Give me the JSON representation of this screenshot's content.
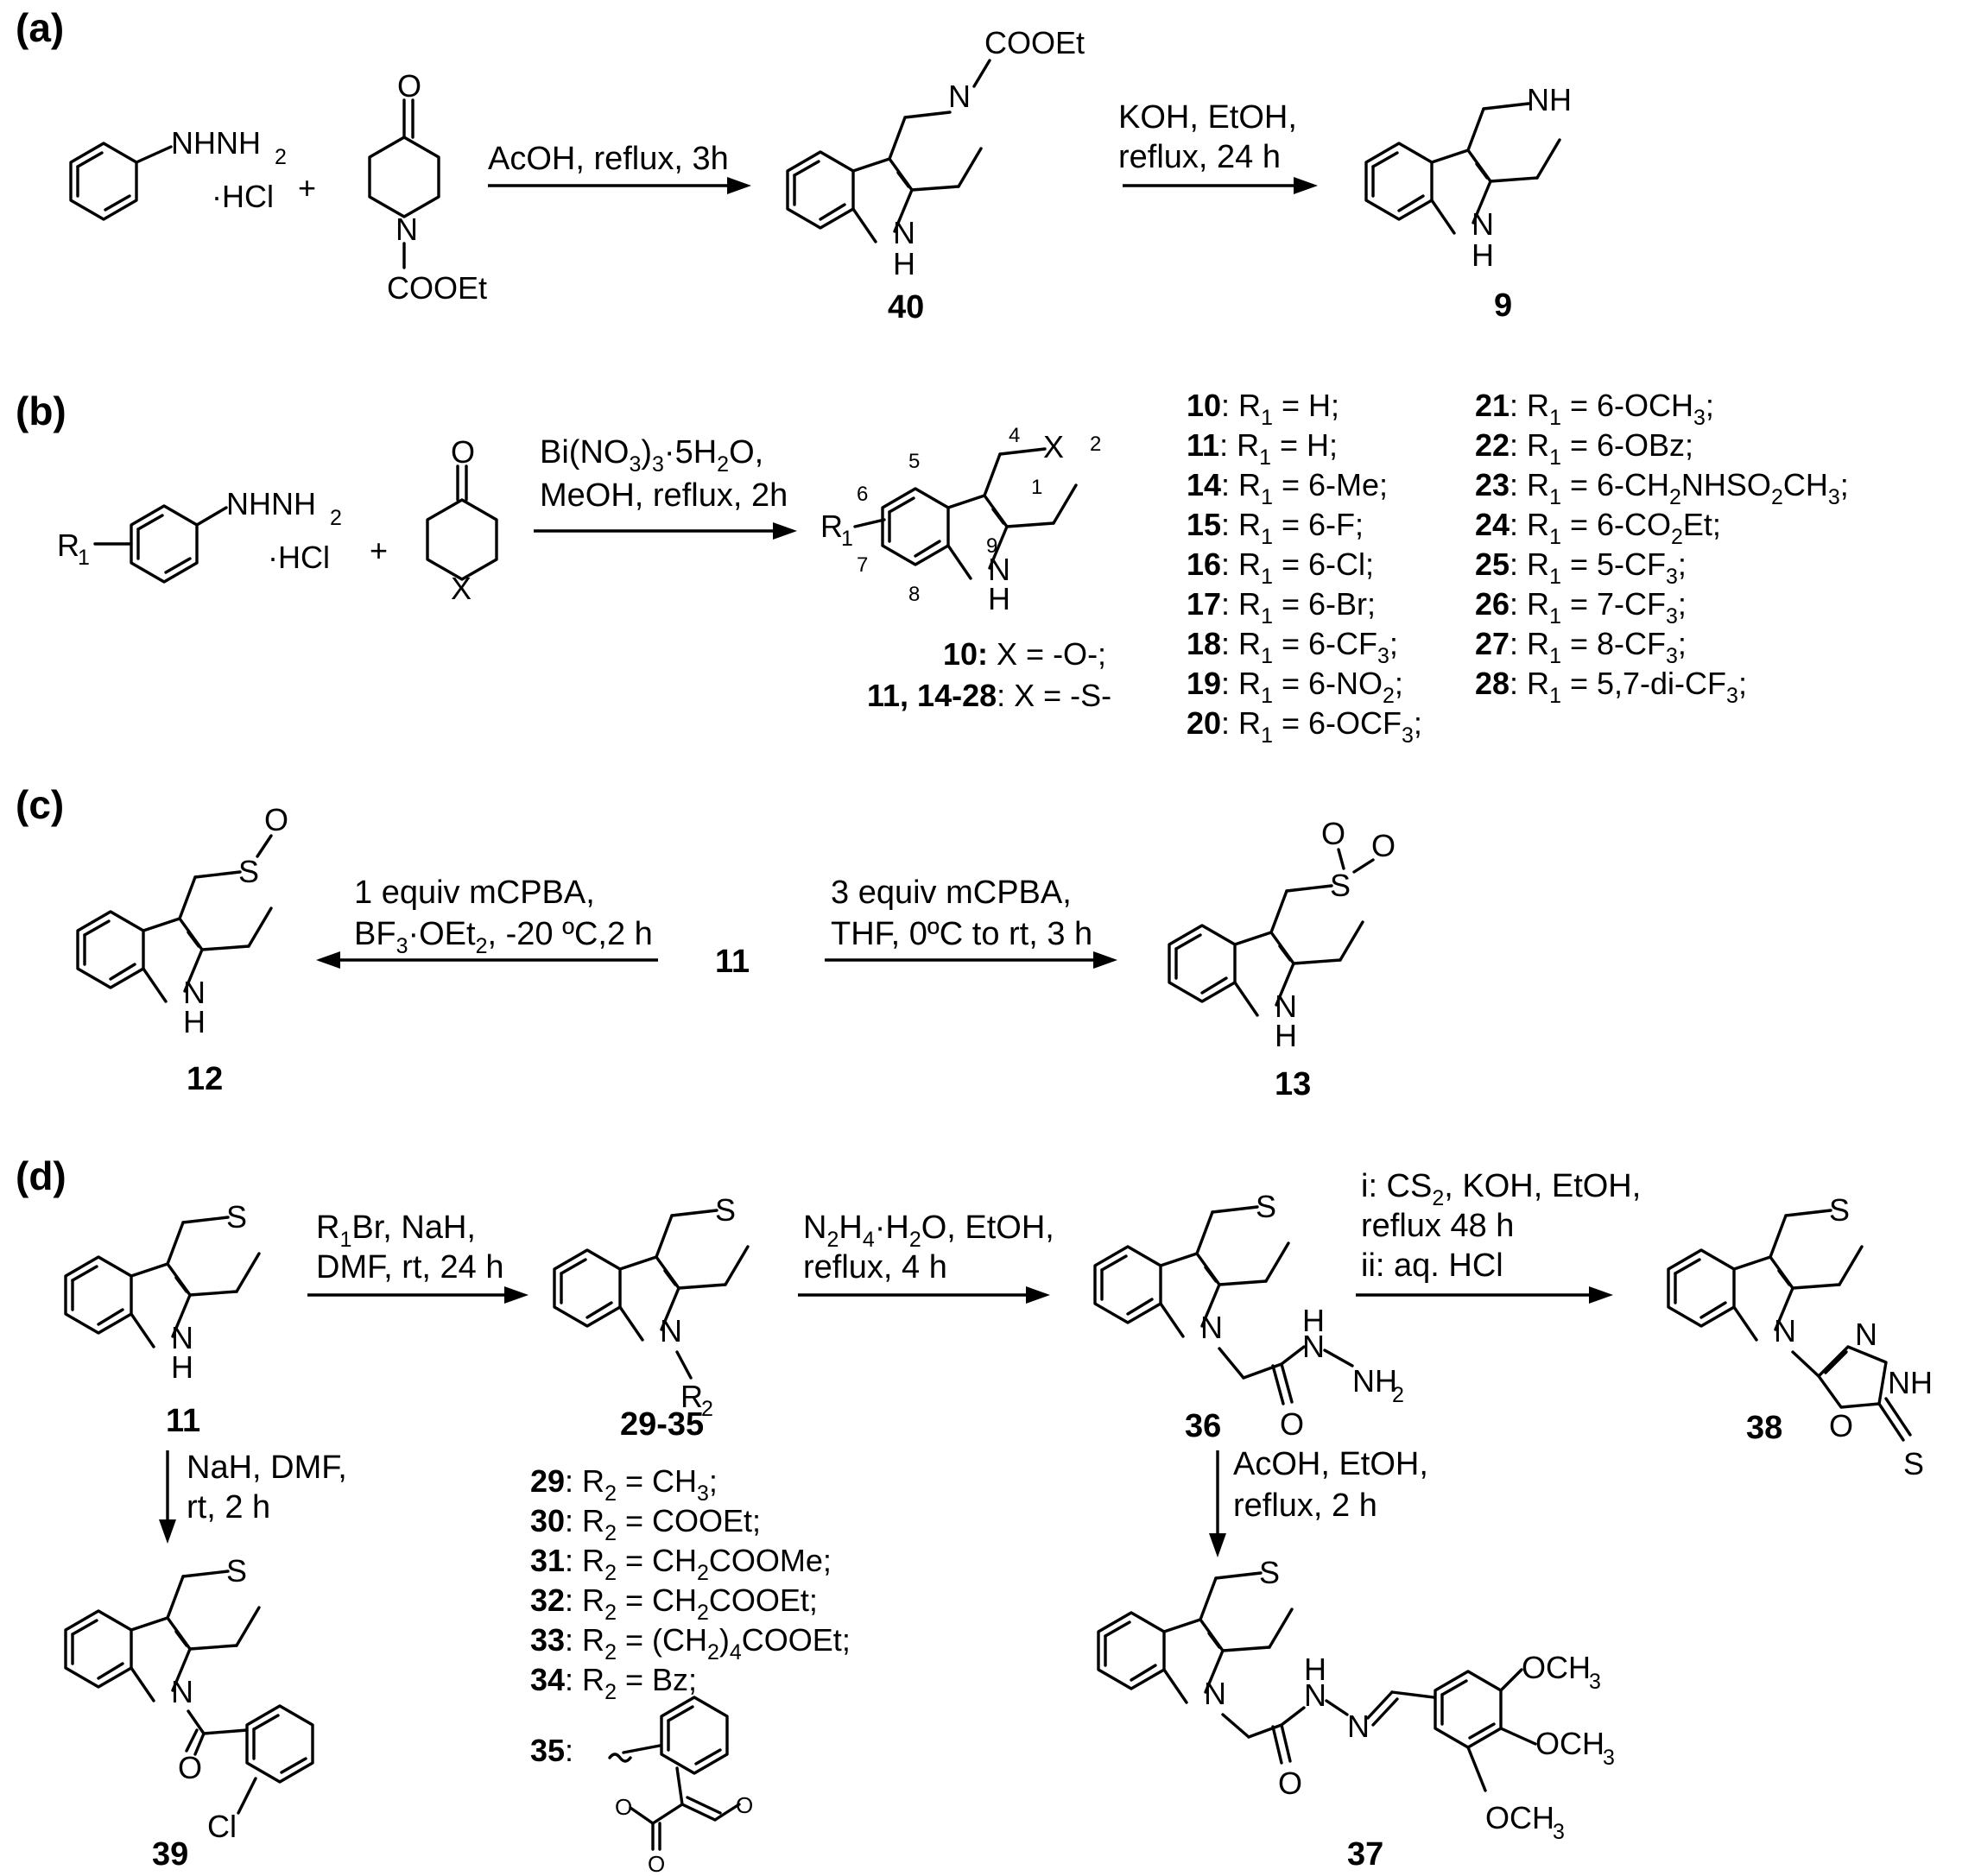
{
  "panels": {
    "a": "(a)",
    "b": "(b)",
    "c": "(c)",
    "d": "(d)"
  },
  "atoms": {
    "nhnh2": "NHNH",
    "two": "2",
    "hcl": "·HCl",
    "plus": "+",
    "o": "O",
    "n": "N",
    "h": "H",
    "nh": "NH",
    "s": "S",
    "x": "X",
    "cooet": "COOEt",
    "r1": "R",
    "one": "1",
    "r2": "R",
    "r2sub": "2",
    "nh2": "NH",
    "cl": "Cl",
    "och3": "OCH",
    "three": "3",
    "thione_s": "S"
  },
  "ring_numbers": [
    "1",
    "2",
    "4",
    "5",
    "6",
    "7",
    "8",
    "9"
  ],
  "conditions": {
    "a1": "AcOH, reflux, 3h",
    "a2_line1": "KOH, EtOH,",
    "a2_line2": "reflux, 24 h",
    "b1_line1": "Bi(NO",
    "b1_line1_tail": "·5H",
    "b1_line1_end": "O,",
    "b1_line2": "MeOH, reflux, 2h",
    "c1_line1": "1 equiv mCPBA,",
    "c1_line2_a": "BF",
    "c1_line2_b": "·OEt",
    "c1_line2_c": ", -20 ºC,2 h",
    "c2_line1": "3 equiv mCPBA,",
    "c2_line2": "THF, 0ºC to rt, 3 h",
    "d1_line1_a": "R",
    "d1_line1_b": "Br, NaH,",
    "d1_line2": "DMF, rt, 24 h",
    "d2_line1_a": "N",
    "d2_line1_b": "H",
    "d2_line1_c": "·H",
    "d2_line1_d": "O, EtOH,",
    "d2_line2": "reflux, 4 h",
    "d3_line1_a": "i: CS",
    "d3_line1_b": ", KOH, EtOH,",
    "d3_line2": "reflux 48 h",
    "d3_line3": "ii: aq. HCl",
    "d4_line1": "NaH, DMF,",
    "d4_line2": "rt, 2 h",
    "d5_line1": "AcOH, EtOH,",
    "d5_line2": "reflux, 2 h"
  },
  "compounds": {
    "c40": "40",
    "c9": "9",
    "c11": "11",
    "c12": "12",
    "c13": "13",
    "c29_35": "29-35",
    "c36": "36",
    "c37": "37",
    "c38": "38",
    "c39": "39"
  },
  "x_defs": [
    {
      "num": "10:",
      "text": " X = -O-;"
    },
    {
      "num": "11, 14-28",
      "text": ": X = -S-"
    }
  ],
  "r1_list_left": [
    {
      "num": "10",
      "pre": ": R",
      "sub": "1",
      "post": " = H;"
    },
    {
      "num": "11",
      "pre": ": R",
      "sub": "1",
      "post": " = H;"
    },
    {
      "num": "14",
      "pre": ": R",
      "sub": "1",
      "post": " = 6-Me;"
    },
    {
      "num": "15",
      "pre": ": R",
      "sub": "1",
      "post": " = 6-F;"
    },
    {
      "num": "16",
      "pre": ": R",
      "sub": "1",
      "post": " = 6-Cl;"
    },
    {
      "num": "17",
      "pre": ": R",
      "sub": "1",
      "post": " = 6-Br;"
    },
    {
      "num": "18",
      "pre": ": R",
      "sub": "1",
      "post": " = 6-CF",
      "sub2": "3",
      "post2": ";"
    },
    {
      "num": "19",
      "pre": ": R",
      "sub": "1",
      "post": " = 6-NO",
      "sub2": "2",
      "post2": ";"
    },
    {
      "num": "20",
      "pre": ": R",
      "sub": "1",
      "post": " = 6-OCF",
      "sub2": "3",
      "post2": ";"
    }
  ],
  "r1_list_right": [
    {
      "num": "21",
      "pre": ": R",
      "sub": "1",
      "post": " = 6-OCH",
      "sub2": "3",
      "post2": ";"
    },
    {
      "num": "22",
      "pre": ": R",
      "sub": "1",
      "post": " = 6-OBz;"
    },
    {
      "num": "23",
      "pre": ": R",
      "sub": "1",
      "post": " = 6-CH",
      "sub2": "2",
      "post2": "NHSO",
      "sub3": "2",
      "post3": "CH",
      "sub4": "3",
      "post4": ";"
    },
    {
      "num": "24",
      "pre": ": R",
      "sub": "1",
      "post": " = 6-CO",
      "sub2": "2",
      "post2": "Et;"
    },
    {
      "num": "25",
      "pre": ": R",
      "sub": "1",
      "post": " = 5-CF",
      "sub2": "3",
      "post2": ";"
    },
    {
      "num": "26",
      "pre": ": R",
      "sub": "1",
      "post": " = 7-CF",
      "sub2": "3",
      "post2": ";"
    },
    {
      "num": "27",
      "pre": ": R",
      "sub": "1",
      "post": " = 8-CF",
      "sub2": "3",
      "post2": ";"
    },
    {
      "num": "28",
      "pre": ": R",
      "sub": "1",
      "post": " = 5,7-di-CF",
      "sub2": "3",
      "post2": ";"
    }
  ],
  "r2_list": [
    {
      "num": "29",
      "pre": ": R",
      "sub": "2",
      "post": " = CH",
      "sub2": "3",
      "post2": ";"
    },
    {
      "num": "30",
      "pre": ": R",
      "sub": "2",
      "post": " = COOEt;"
    },
    {
      "num": "31",
      "pre": ": R",
      "sub": "2",
      "post": " = CH",
      "sub2": "2",
      "post2": "COOMe;"
    },
    {
      "num": "32",
      "pre": ": R",
      "sub": "2",
      "post": " = CH",
      "sub2": "2",
      "post2": "COOEt;"
    },
    {
      "num": "33",
      "pre": ": R",
      "sub": "2",
      "post": " = (CH",
      "sub2": "2",
      "post2": ")",
      "sub3": "4",
      "post3": "COOEt;"
    },
    {
      "num": "34",
      "pre": ": R",
      "sub": "2",
      "post": " = Bz;"
    }
  ],
  "c35_label": "35",
  "c35_colon": ":"
}
